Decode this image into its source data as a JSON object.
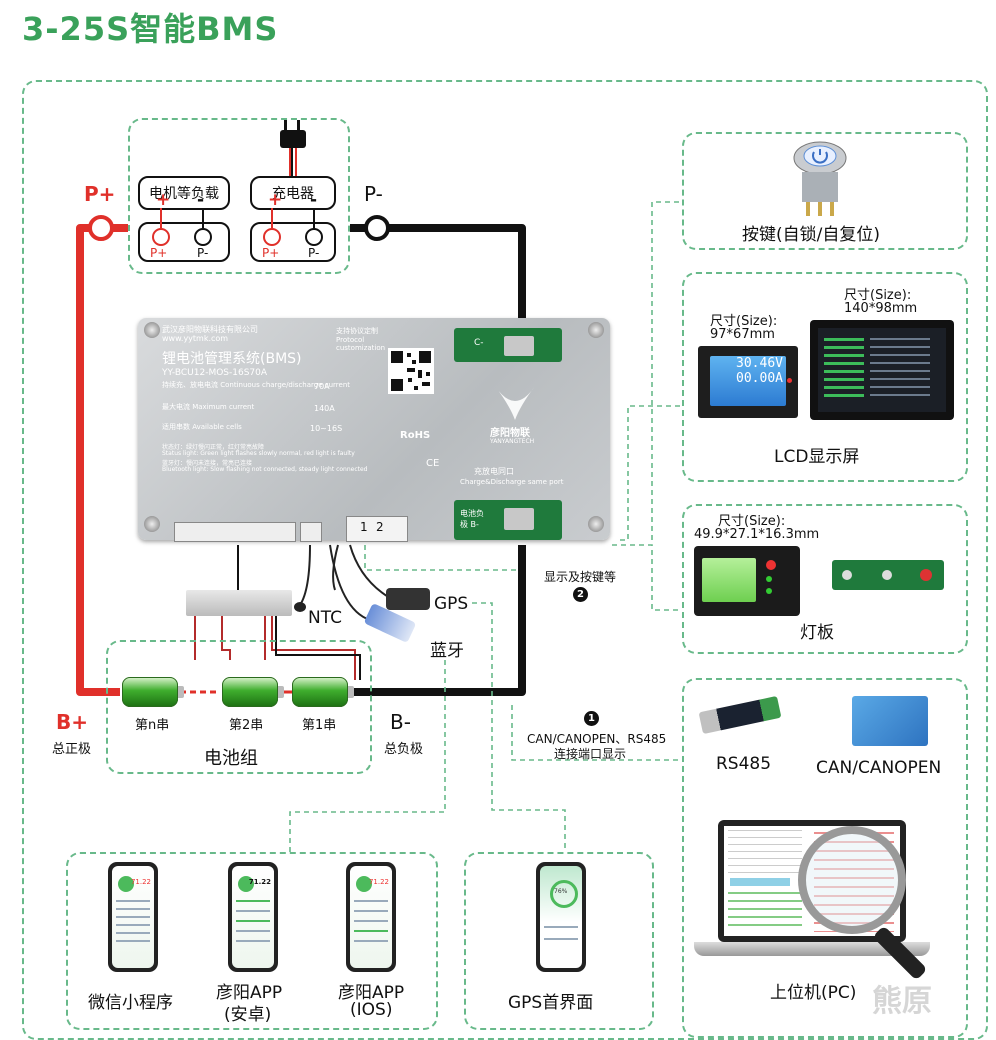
{
  "title": "3-25S智能BMS",
  "top_loads": {
    "load1": {
      "name": "电机等负载",
      "plus": "+",
      "minus": "-",
      "p_plus": "P+",
      "p_minus": "P-"
    },
    "load2": {
      "name": "充电器",
      "plus": "+",
      "minus": "-",
      "p_plus": "P+",
      "p_minus": "P-"
    }
  },
  "main_terminals": {
    "p_plus": "P+",
    "p_minus": "P-",
    "b_plus": "B+",
    "b_plus_desc": "总正极",
    "b_minus": "B-",
    "b_minus_desc": "总负极"
  },
  "bms_board": {
    "company": "武汉彦阳物联科技有限公司",
    "website": "www.yytmk.com",
    "protocol": "支持协议定制 Protocol customization",
    "title": "锂电池管理系统(BMS)",
    "model": "YY-BCU12-MOS-16S70A",
    "current_label": "持续充、放电电流 Continuous charge/discharge current",
    "current_value": "70A",
    "max_current_label": "最大电流 Maximum current",
    "max_current_value": "140A",
    "cells_label": "适用串数 Available cells",
    "cells_value": "10~16S",
    "status_line1": "状态灯：绿灯慢闪正常，红灯常亮故障",
    "status_line2": "Status light: Green light flashes slowly normal, red light is faulty",
    "bt_line1": "蓝牙灯：慢闪未连接，常亮已连接",
    "bt_line2": "Bluetooth light: Slow flashing not connected, steady light connected",
    "brand_cn": "彦阳物联",
    "brand_en": "YANYANGTECH",
    "rohs": "RoHS",
    "ce": "CE",
    "port_cn": "充放电同口",
    "port_en": "Charge&Discharge same port",
    "pcb_top_label": "C-",
    "pcb_bottom_label": "电池负极 B-",
    "port_num1": "1",
    "port_num2": "2"
  },
  "accessories": {
    "ntc": "NTC",
    "gps": "GPS",
    "bluetooth": "蓝牙"
  },
  "battery_pack": {
    "cell_n": "第n串",
    "cell_2": "第2串",
    "cell_1": "第1串",
    "name": "电池组"
  },
  "annotations": {
    "display_num": "2",
    "display_text": "显示及按键等",
    "can_num": "1",
    "can_text1": "CAN/CANOPEN、RS485",
    "can_text2": "连接端口显示"
  },
  "right_panel": {
    "button_label": "按键(自锁/自复位)",
    "lcd_size1_label": "尺寸(Size):",
    "lcd_size1_value": "97*67mm",
    "lcd_size1_line1": "30.46V",
    "lcd_size1_line2": "00.00A",
    "lcd_size2_label": "尺寸(Size):",
    "lcd_size2_value": "140*98mm",
    "lcd_label": "LCD显示屏",
    "light_size_label": "尺寸(Size):",
    "light_size_value": "49.9*27.1*16.3mm",
    "light_label": "灯板",
    "rs485_label": "RS485",
    "can_label": "CAN/CANOPEN",
    "pc_label": "上位机(PC)"
  },
  "bottom_panel": {
    "wechat": "微信小程序",
    "android_line1": "彦阳APP",
    "android_line2": "(安卓)",
    "ios_line1": "彦阳APP",
    "ios_line2": "(IOS)",
    "gps_label": "GPS首界面",
    "phone1_value": "71.22",
    "phone2_value": "71.22",
    "phone3_value": "71.22",
    "gps_percent": "76%"
  },
  "colors": {
    "green_accent": "#3aa15a",
    "dashed_green": "#68b98a",
    "red_wire": "#e0302a",
    "black_wire": "#111111"
  },
  "watermark": "熊原"
}
